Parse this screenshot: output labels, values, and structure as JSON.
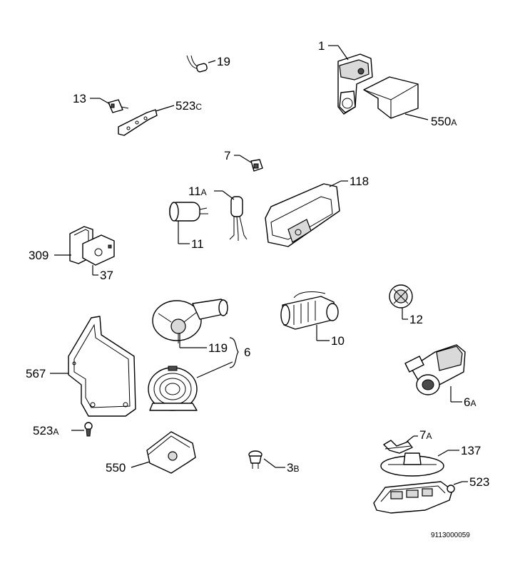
{
  "diagram": {
    "labels": {
      "p1": "1",
      "p19": "19",
      "p13": "13",
      "p523c": "523",
      "p523c_suffix": "C",
      "p550a": "550",
      "p550a_suffix": "A",
      "p7": "7",
      "p118": "118",
      "p11a": "11",
      "p11a_suffix": "A",
      "p11": "11",
      "p309": "309",
      "p37": "37",
      "p12": "12",
      "p10": "10",
      "p119": "119",
      "p6": "6",
      "p567": "567",
      "p6a": "6",
      "p6a_suffix": "A",
      "p523a": "523",
      "p523a_suffix": "A",
      "p7a": "7",
      "p7a_suffix": "A",
      "p137": "137",
      "p550": "550",
      "p3b": "3",
      "p3b_suffix": "B",
      "p523": "523"
    },
    "drawing_code": "9113000059"
  }
}
